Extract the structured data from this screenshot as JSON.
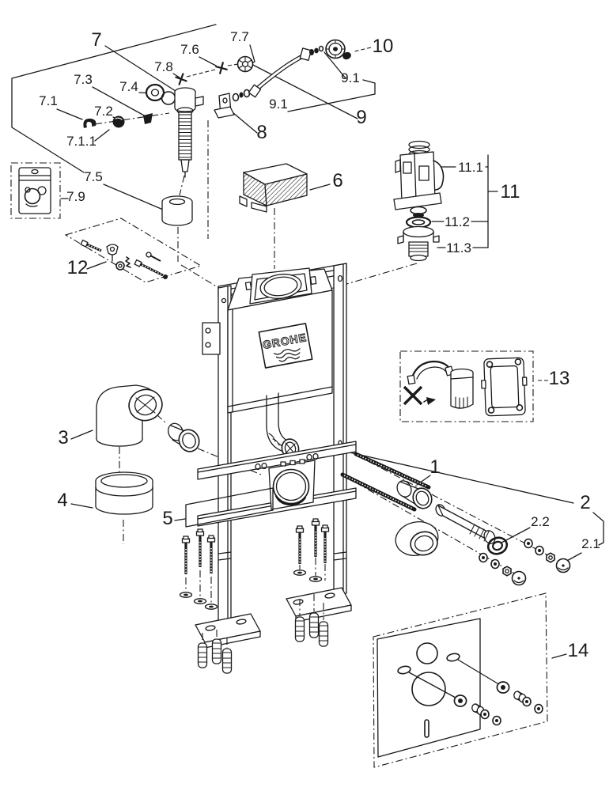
{
  "brand_logo": "GROHE",
  "part_labels": [
    {
      "text": "7"
    },
    {
      "text": "7.7"
    },
    {
      "text": "7.6"
    },
    {
      "text": "7.8"
    },
    {
      "text": "7.3"
    },
    {
      "text": "7.4"
    },
    {
      "text": "7.1"
    },
    {
      "text": "7.2"
    },
    {
      "text": "7.1.1"
    },
    {
      "text": "10"
    },
    {
      "text": "9.1"
    },
    {
      "text": "9.1"
    },
    {
      "text": "9"
    },
    {
      "text": "8"
    },
    {
      "text": "7.5"
    },
    {
      "text": "7.9"
    },
    {
      "text": "6"
    },
    {
      "text": "11.1"
    },
    {
      "text": "11"
    },
    {
      "text": "11.2"
    },
    {
      "text": "11.3"
    },
    {
      "text": "12"
    },
    {
      "text": "13"
    },
    {
      "text": "3"
    },
    {
      "text": "1"
    },
    {
      "text": "4"
    },
    {
      "text": "2"
    },
    {
      "text": "2.2"
    },
    {
      "text": "2.1"
    },
    {
      "text": "5"
    },
    {
      "text": "14"
    }
  ]
}
